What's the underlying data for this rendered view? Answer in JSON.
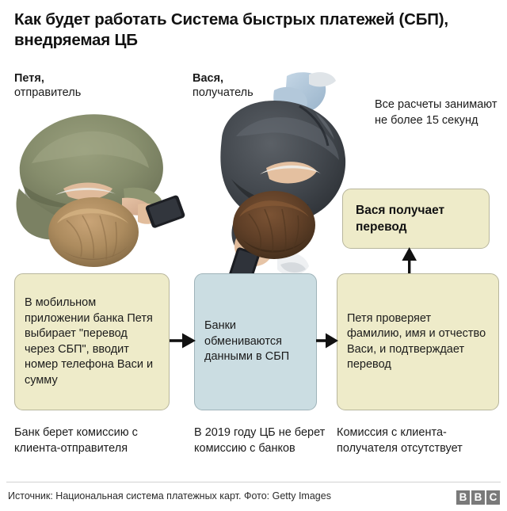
{
  "title": "Как будет работать Система быстрых платежей (СБП), внедряемая ЦБ",
  "people": {
    "sender": {
      "name": "Петя,",
      "role": "отправитель",
      "photo_alt": "man-in-olive-jacket-with-phone-top-down"
    },
    "receiver": {
      "name": "Вася,",
      "role": "получатель",
      "photo_alt": "man-in-dark-jacket-with-phone-top-down"
    }
  },
  "timing_note": "Все расчеты занимают не более 15 секунд",
  "receive_box": {
    "text": "Вася получает перевод",
    "color": "#eeebc9"
  },
  "flow": {
    "steps": [
      {
        "id": "step-1",
        "text": "В мобильном приложении банка Петя выбирает \"перевод через СБП\", вводит номер телефона Васи и сумму",
        "color": "#eeebc9",
        "caption": "Банк берет комиссию с клиента-отправителя"
      },
      {
        "id": "step-2",
        "text": "Банки обмениваются данными в СБП",
        "color": "#cbdde2",
        "caption": "В 2019 году ЦБ не берет комиссию с банков"
      },
      {
        "id": "step-3",
        "text": "Петя проверяет фамилию, имя и отчество Васи, и подтверждает перевод",
        "color": "#eeebc9",
        "caption": "Комиссия с клиента-получателя отсутствует"
      }
    ],
    "arrows": [
      {
        "name": "arrow-step1-to-step2",
        "direction": "right"
      },
      {
        "name": "arrow-step2-to-step3",
        "direction": "right"
      },
      {
        "name": "arrow-step3-to-receive",
        "direction": "up"
      }
    ]
  },
  "footer": {
    "source": "Источник: Национальная система платежных карт. Фото: Getty Images",
    "logo": [
      "B",
      "B",
      "C"
    ],
    "logo_color": "#7a7a7a"
  }
}
